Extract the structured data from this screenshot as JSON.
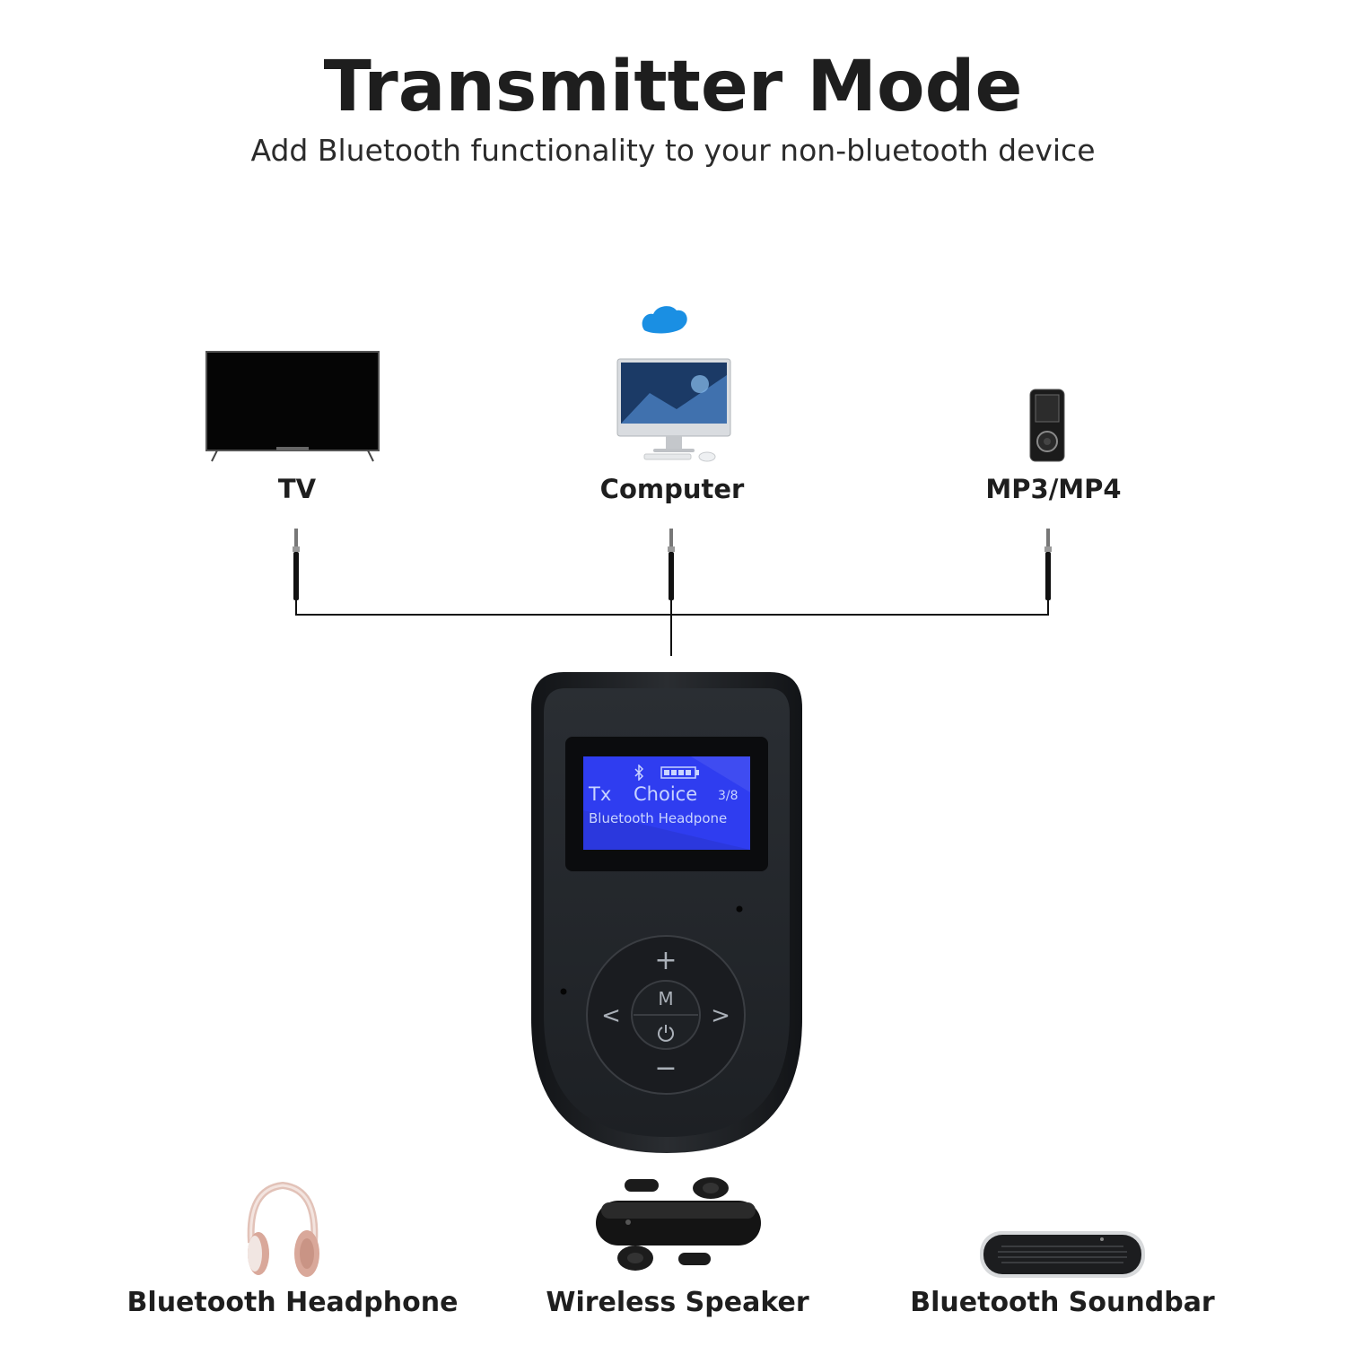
{
  "header": {
    "title": "Transmitter Mode",
    "subtitle": "Add Bluetooth functionality to your non-bluetooth device"
  },
  "sources": [
    {
      "label": "TV",
      "icon": "tv-icon"
    },
    {
      "label": "Computer",
      "icon": "computer-icon"
    },
    {
      "label": "MP3/MP4",
      "icon": "mp3-player-icon"
    }
  ],
  "device": {
    "screen": {
      "mode": "Tx",
      "status": "Choice",
      "index": "3/8",
      "device_name": "Bluetooth Headpone",
      "bluetooth_icon": "bluetooth-icon",
      "battery_icon": "battery-icon"
    },
    "buttons": {
      "plus": "+",
      "minus": "−",
      "prev": "<",
      "next": ">",
      "mode": "M",
      "power_icon": "power-icon"
    },
    "colors": {
      "body": "#1f2226",
      "screen": "#2f3df0"
    }
  },
  "receivers": [
    {
      "label": "Bluetooth Headphone",
      "icon": "headphone-icon"
    },
    {
      "label": "Wireless Speaker",
      "icon": "earbuds-icon"
    },
    {
      "label": "Bluetooth Soundbar",
      "icon": "soundbar-icon"
    }
  ]
}
